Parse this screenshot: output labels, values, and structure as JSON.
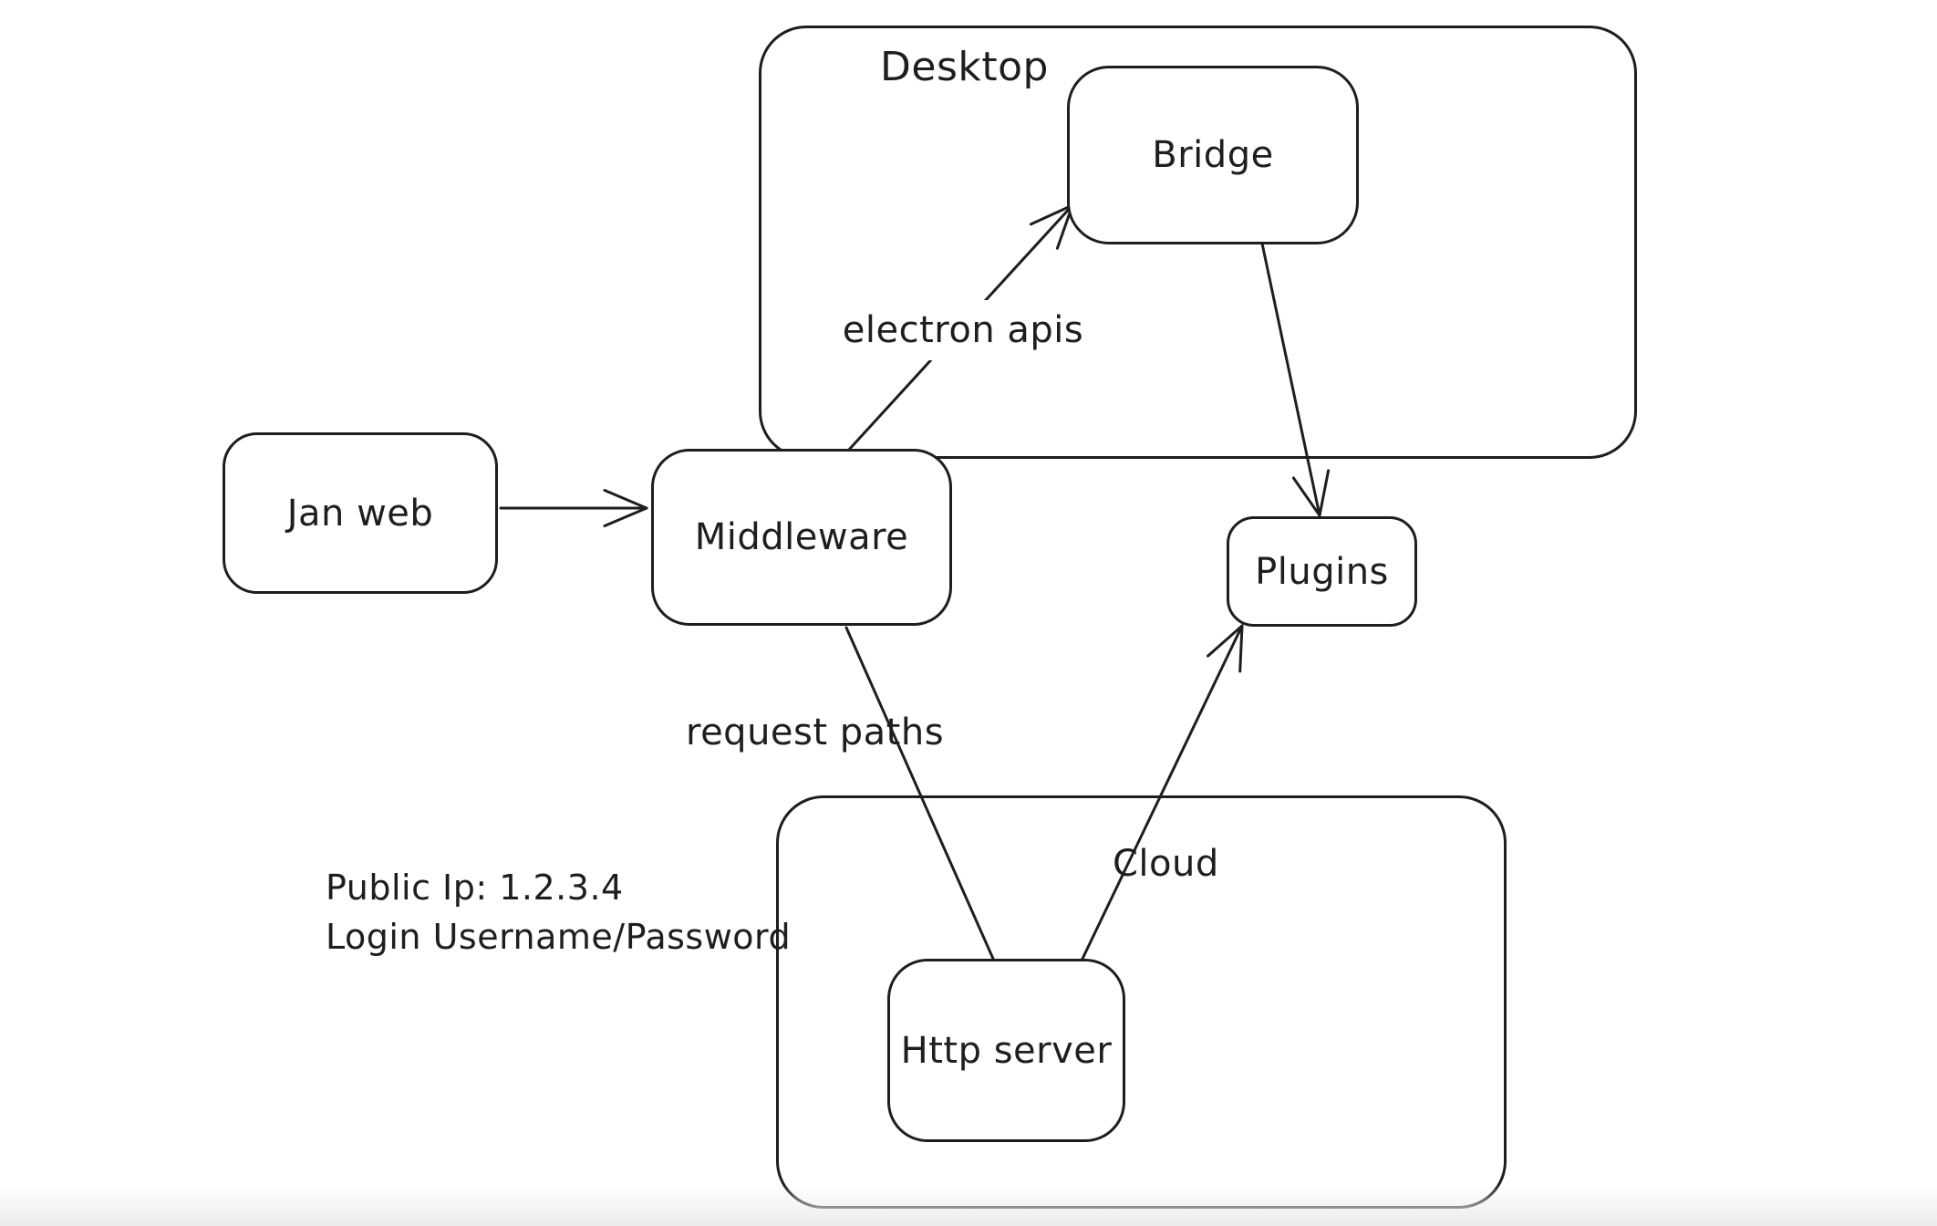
{
  "canvas": {
    "background": "#ffffff",
    "stroke_color": "#1e1e1e",
    "style": "hand-drawn whiteboard diagram"
  },
  "diagram": {
    "containers": [
      {
        "id": "desktop",
        "label": "Desktop"
      },
      {
        "id": "cloud",
        "label": "Cloud"
      }
    ],
    "nodes": [
      {
        "id": "jan_web",
        "label": "Jan web"
      },
      {
        "id": "middleware",
        "label": "Middleware"
      },
      {
        "id": "bridge",
        "label": "Bridge",
        "container": "desktop"
      },
      {
        "id": "plugins",
        "label": "Plugins"
      },
      {
        "id": "http_server",
        "label": "Http server",
        "container": "cloud"
      }
    ],
    "edges": [
      {
        "from": "jan_web",
        "to": "middleware",
        "arrowhead": true,
        "label": ""
      },
      {
        "from": "middleware",
        "to": "bridge",
        "arrowhead": true,
        "label": "electron apis"
      },
      {
        "from": "bridge",
        "to": "plugins",
        "arrowhead": true,
        "label": ""
      },
      {
        "from": "middleware",
        "to": "http_server",
        "arrowhead": false,
        "label": "request paths"
      },
      {
        "from": "http_server",
        "to": "plugins",
        "arrowhead": true,
        "label": ""
      }
    ],
    "edge_labels": {
      "electron_apis": "electron apis",
      "request_paths": "request paths"
    },
    "annotations": [
      "Public Ip: 1.2.3.4",
      "Login Username/Password"
    ]
  }
}
